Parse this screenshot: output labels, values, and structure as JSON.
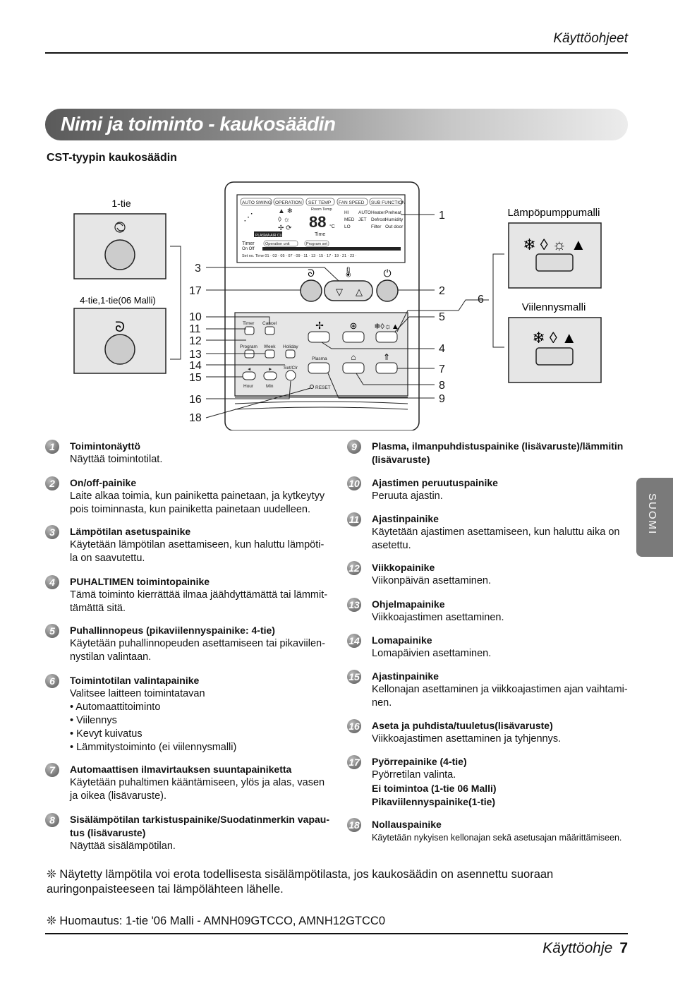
{
  "header": {
    "title": "Käyttöohjeet"
  },
  "banner": {
    "title": "Nimi ja toiminto - kaukosäädin"
  },
  "subtitle": "CST-tyypin kaukosäädin",
  "side_tab": "SUOMI",
  "diagram": {
    "label_1tie": "1-tie",
    "label_4tie": "4-tie,1-tie(06 Malli)",
    "label_heatpump": "Lämpöpumppumalli",
    "label_cooling": "Viilennysmalli",
    "lcd": {
      "tabs": [
        "AUTO SWING",
        "OPERATION",
        "SET TEMP",
        "FAN SPEED",
        "SUB FUNCTION"
      ],
      "room_temp": "Room Temp",
      "digits": "88",
      "unit": "°C",
      "time": "Time",
      "fan": [
        "HI",
        "MED",
        "LO",
        "AUTO",
        "JET"
      ],
      "sub": [
        "Heater",
        "Preheat",
        "Defrost",
        "Humidity",
        "Filter",
        "Out door"
      ],
      "plasma": "PLASMA AIR CLEAN",
      "timer": "Timer",
      "on_off": "On  Off",
      "operation_unit": "Operation unit",
      "program_set": "Program set",
      "time_row": "Set no.  Time  01 · 03 · 05 · 07 · 09 · 11 · 13 · 15 · 17 · 19 · 21 · 23 ·"
    },
    "buttons": {
      "timer": "Timer",
      "cancel": "Cancel",
      "program": "Program",
      "week": "Week",
      "holiday": "Holiday",
      "hour": "Hour",
      "min": "Min",
      "set_clr": "Set/Clr",
      "plasma": "Plasma",
      "reset": "RESET"
    },
    "callouts_left": [
      "3",
      "17",
      "10",
      "11",
      "12",
      "13",
      "14",
      "15",
      "16",
      "18"
    ],
    "callouts_right": [
      "1",
      "2",
      "5",
      "4",
      "7",
      "8",
      "9",
      "6"
    ]
  },
  "items_left": [
    {
      "n": "1",
      "title": "Toimintonäyttö",
      "text": "Näyttää toimintotilat."
    },
    {
      "n": "2",
      "title": "On/off-painike",
      "text": "Laite alkaa toimia, kun painiketta painetaan, ja kytkeytyy pois toiminnasta, kun painiketta painetaan uudelleen."
    },
    {
      "n": "3",
      "title": "Lämpötilan asetuspainike",
      "text": "Käytetään lämpötilan asettamiseen, kun haluttu lämpöti-la on saavutettu."
    },
    {
      "n": "4",
      "title": "PUHALTIMEN toimintopainike",
      "text": "Tämä toiminto kierrättää ilmaa jäähdyttämättä tai lämmit-tämättä sitä."
    },
    {
      "n": "5",
      "title": "Puhallinnopeus (pikaviilennyspainike: 4-tie)",
      "text": "Käytetään puhallinnopeuden asettamiseen tai pikaviilen-nystilan valintaan."
    },
    {
      "n": "6",
      "title": "Toimintotilan valintapainike",
      "text": "Valitsee laitteen toimintatavan",
      "bullets": [
        "• Automaattitoiminto",
        "• Viilennys",
        "• Kevyt kuivatus",
        "• Lämmitystoiminto (ei viilennysmalli)"
      ]
    },
    {
      "n": "7",
      "title": "Automaattisen ilmavirtauksen suuntapainiketta",
      "text": "Käytetään puhaltimen kääntämiseen, ylös ja alas, vasen ja oikea (lisävaruste)."
    },
    {
      "n": "8",
      "title": "Sisälämpötilan tarkistuspainike/Suodatinmerkin vapau-tus (lisävaruste)",
      "text": "Näyttää sisälämpötilan."
    }
  ],
  "items_right": [
    {
      "n": "9",
      "title": "Plasma, ilmanpuhdistuspainike (lisävaruste)/lämmitin (lisävaruste)",
      "text": ""
    },
    {
      "n": "10",
      "title": "Ajastimen peruutuspainike",
      "text": "Peruuta ajastin."
    },
    {
      "n": "11",
      "title": "Ajastinpainike",
      "text": "Käytetään ajastimen asettamiseen, kun haluttu aika on asetettu."
    },
    {
      "n": "12",
      "title": "Viikkopainike",
      "text": "Viikonpäivän asettaminen."
    },
    {
      "n": "13",
      "title": "Ohjelmapainike",
      "text": "Viikkoajastimen asettaminen."
    },
    {
      "n": "14",
      "title": "Lomapainike",
      "text": "Lomapäivien asettaminen."
    },
    {
      "n": "15",
      "title": "Ajastinpainike",
      "text": "Kellonajan asettaminen ja viikkoajastimen ajan vaihtami-nen."
    },
    {
      "n": "16",
      "title": "Aseta ja puhdista/tuuletus(lisävaruste)",
      "text": "Viikkoajastimen asettaminen ja tyhjennys."
    },
    {
      "n": "17",
      "title": "Pyörrepainike (4-tie)",
      "text": "Pyörretilan valinta.",
      "bold_lines": [
        "Ei toimintoa (1-tie 06 Malli)",
        "Pikaviilennyspainike(1-tie)"
      ]
    },
    {
      "n": "18",
      "title": "Nollauspainike",
      "small": "Käytetään nykyisen kellonajan sekä asetusajan määrittämiseen."
    }
  ],
  "notes": [
    "❊ Näytetty lämpötila voi erota todellisesta sisälämpötilasta, jos kaukosäädin on asennettu suoraan auringonpaisteeseen tai lämpölähteen lähelle.",
    "❊ Huomautus: 1-tie '06 Malli - AMNH09GTCCO, AMNH12GTCC0"
  ],
  "footer": {
    "label": "Käyttöohje",
    "page": "7"
  }
}
